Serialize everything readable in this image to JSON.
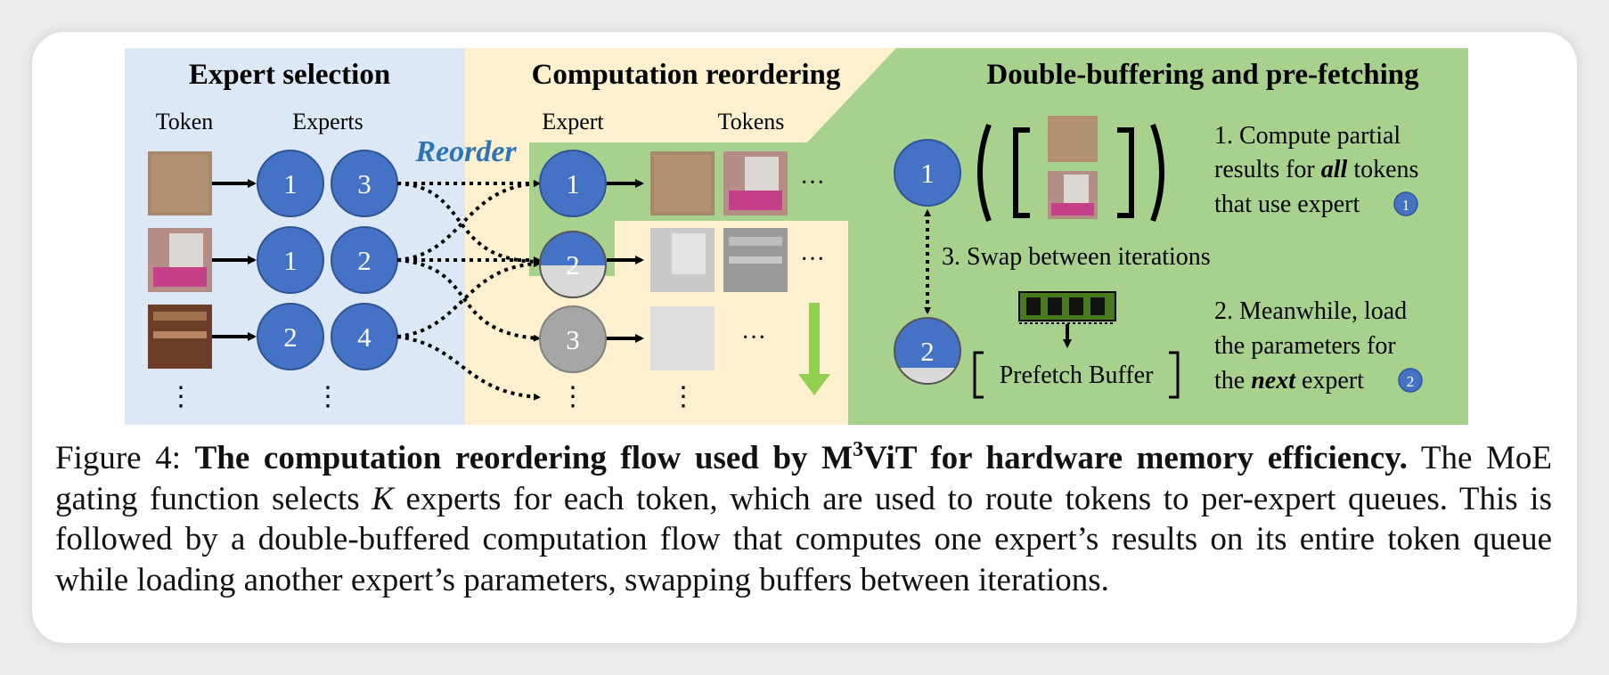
{
  "figure": {
    "panel1": {
      "title": "Expert selection",
      "col_token": "Token",
      "col_experts": "Experts",
      "rows": [
        {
          "experts": [
            "1",
            "3"
          ]
        },
        {
          "experts": [
            "1",
            "2"
          ]
        },
        {
          "experts": [
            "2",
            "4"
          ]
        }
      ],
      "ellipsis": "⋮"
    },
    "panel2": {
      "title": "Computation reordering",
      "reorder_label": "Reorder",
      "col_expert": "Expert",
      "col_tokens": "Tokens",
      "experts": [
        "1",
        "2",
        "3"
      ],
      "hdots": "···",
      "ellipsis": "⋮"
    },
    "panel3": {
      "title": "Double-buffering and pre-fetching",
      "expert_top": "1",
      "expert_bottom": "2",
      "step1_line1": "1. Compute partial",
      "step1_line2_pre": "results for ",
      "step1_line2_em": "all",
      "step1_line2_post": " tokens",
      "step1_line3": "that use expert",
      "step1_badge": "1",
      "step3": "3. Swap between iterations",
      "step2_line1": "2. Meanwhile, load",
      "step2_line2": "the parameters for",
      "step2_line3_pre": "the ",
      "step2_line3_em": "next",
      "step2_line3_post": " expert",
      "step2_badge": "2",
      "prefetch_label": "Prefetch Buffer"
    },
    "colors": {
      "panel1_bg": "#dce8f5",
      "panel2_bg": "#fdf0cf",
      "panel3_bg": "#a9d18e",
      "expert_blue": "#4472c4",
      "expert_gray": "#a6a6a6",
      "reorder_text": "#2e75b6",
      "arrow_green": "#92d050"
    }
  },
  "caption": {
    "label": "Figure 4: ",
    "bold_1": "The computation reordering flow used by M",
    "bold_sup": "3",
    "bold_2": "ViT for hardware memory efficiency.",
    "text_1": " The MoE gating function selects ",
    "math_k": "K",
    "text_2": " experts for each token, which are used to route tokens to per-expert queues. This is followed by a double-buffered computation flow that computes one expert’s results on its entire token queue while loading another expert’s parameters, swapping buffers between iterations."
  }
}
